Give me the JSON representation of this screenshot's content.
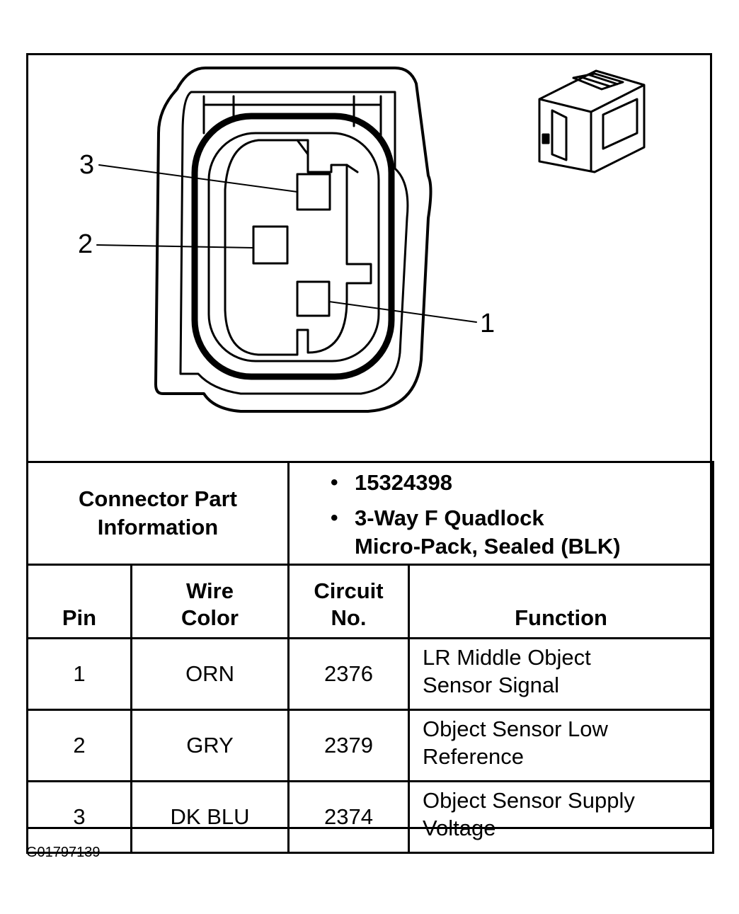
{
  "callouts": {
    "pin3": "3",
    "pin2": "2",
    "pin1": "1"
  },
  "part_info": {
    "label_line1": "Connector Part",
    "label_line2": "Information",
    "part_number": "15324398",
    "description_line1": "3-Way F Quadlock",
    "description_line2": "Micro-Pack, Sealed (BLK)"
  },
  "table": {
    "headers": {
      "pin": "Pin",
      "wire_color_line1": "Wire",
      "wire_color_line2": "Color",
      "circuit_line1": "Circuit",
      "circuit_line2": "No.",
      "function": "Function"
    },
    "rows": [
      {
        "pin": "1",
        "wire_color": "ORN",
        "circuit": "2376",
        "function_line1": "LR Middle Object",
        "function_line2": "Sensor Signal"
      },
      {
        "pin": "2",
        "wire_color": "GRY",
        "circuit": "2379",
        "function_line1": "Object Sensor Low",
        "function_line2": "Reference"
      },
      {
        "pin": "3",
        "wire_color": "DK BLU",
        "circuit": "2374",
        "function_line1": "Object Sensor Supply",
        "function_line2": "Voltage"
      }
    ]
  },
  "figure_id": "G01797139"
}
